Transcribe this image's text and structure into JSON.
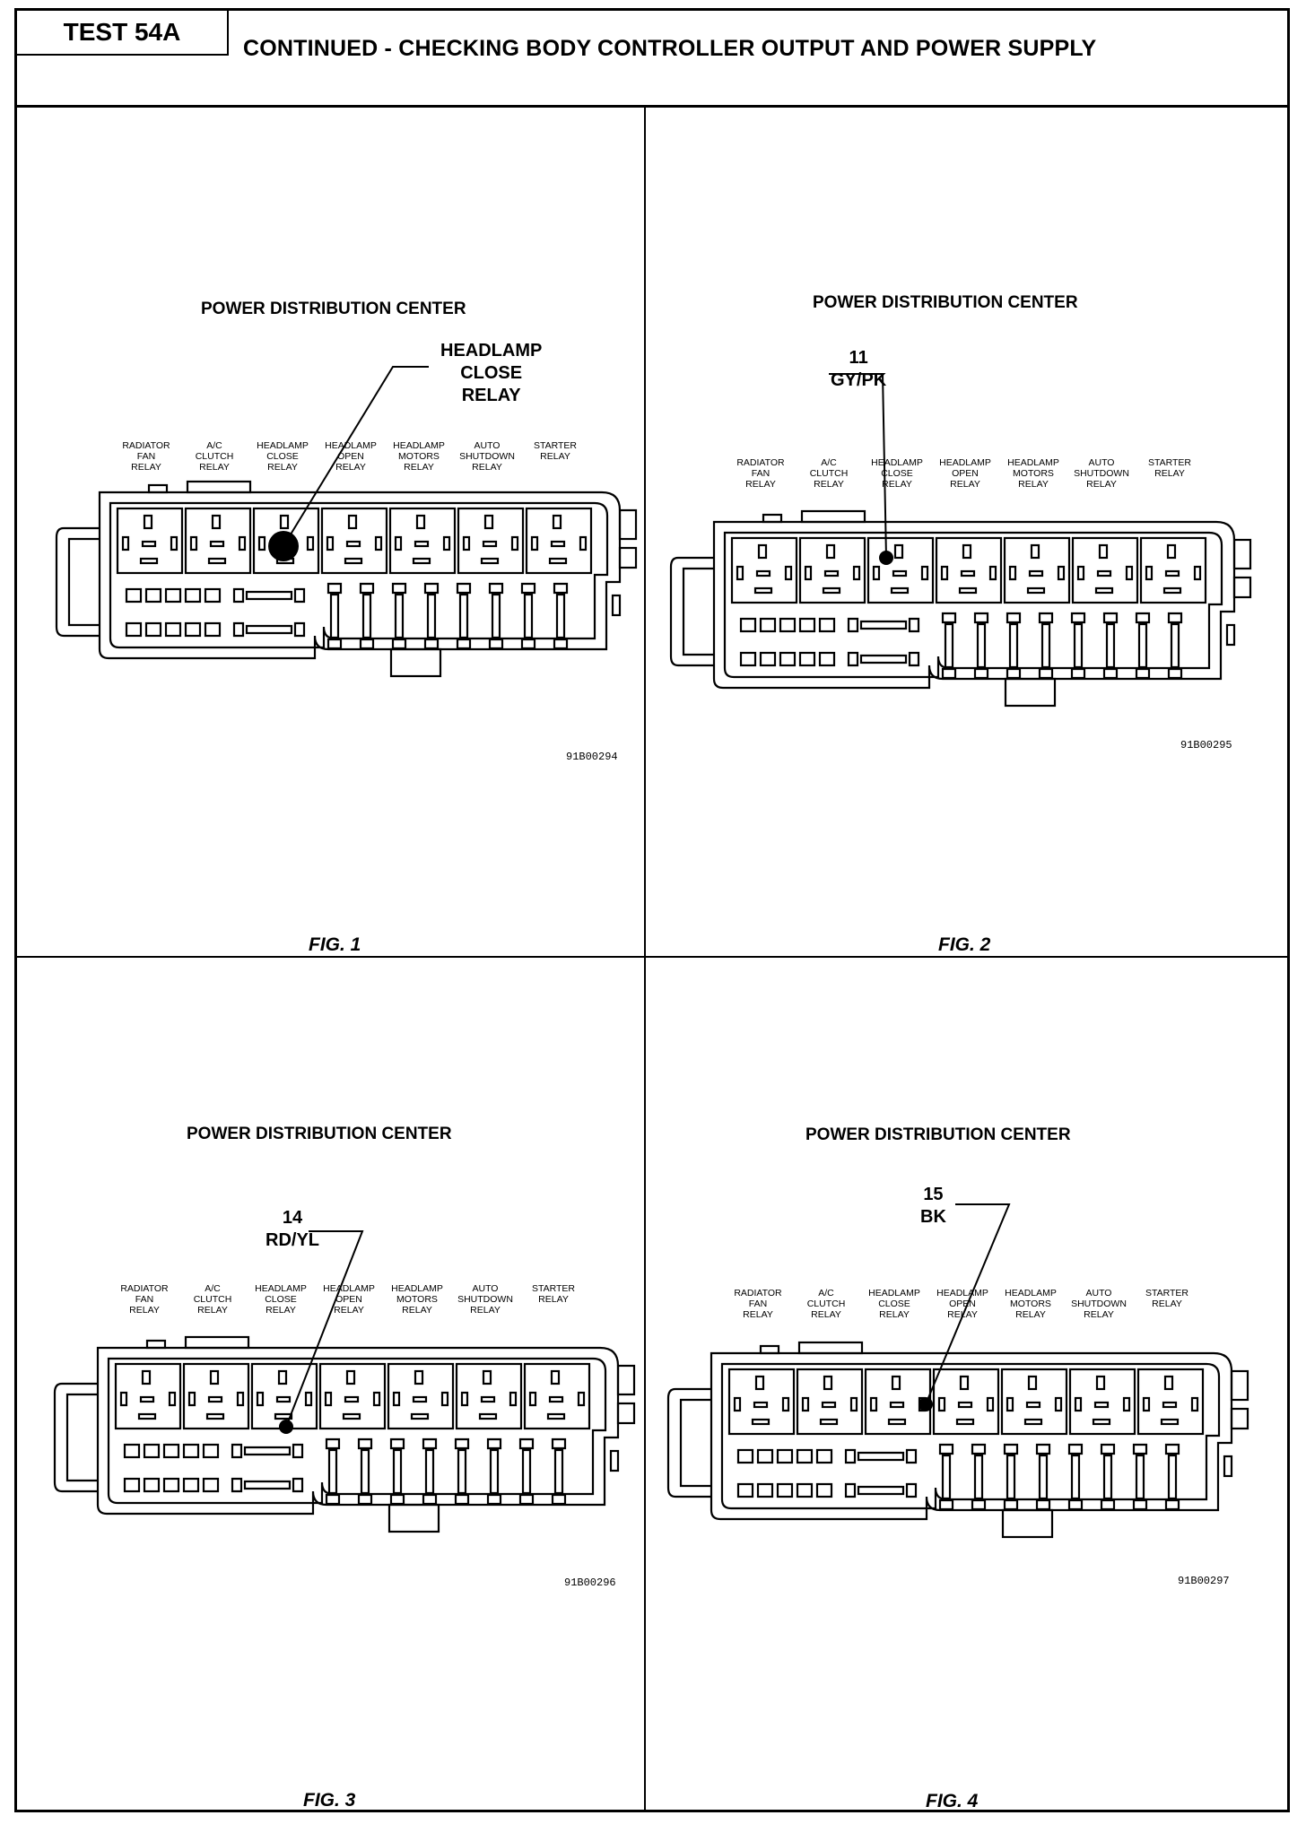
{
  "header": {
    "test_label": "TEST 54A",
    "title": "CONTINUED - CHECKING BODY CONTROLLER OUTPUT AND POWER SUPPLY"
  },
  "relay_labels": [
    [
      "RADIATOR",
      "FAN",
      "RELAY"
    ],
    [
      "A/C",
      "CLUTCH",
      "RELAY"
    ],
    [
      "HEADLAMP",
      "CLOSE",
      "RELAY"
    ],
    [
      "HEADLAMP",
      "OPEN",
      "RELAY"
    ],
    [
      "HEADLAMP",
      "MOTORS",
      "RELAY"
    ],
    [
      "AUTO",
      "SHUTDOWN",
      "RELAY"
    ],
    [
      "STARTER",
      "RELAY"
    ]
  ],
  "figures": [
    {
      "title": "POWER DISTRIBUTION CENTER",
      "callout": [
        "HEADLAMP",
        "CLOSE",
        "RELAY"
      ],
      "image_id": "91B00294",
      "caption": "FIG. 1",
      "marker": "large"
    },
    {
      "title": "POWER DISTRIBUTION CENTER",
      "callout": [
        "11",
        "GY/PK"
      ],
      "image_id": "91B00295",
      "caption": "FIG. 2",
      "marker": "small"
    },
    {
      "title": "POWER DISTRIBUTION CENTER",
      "callout": [
        "14",
        "RD/YL"
      ],
      "image_id": "91B00296",
      "caption": "FIG. 3",
      "marker": "small"
    },
    {
      "title": "POWER DISTRIBUTION CENTER",
      "callout": [
        "15",
        "BK"
      ],
      "image_id": "91B00297",
      "caption": "FIG. 4",
      "marker": "small"
    }
  ]
}
